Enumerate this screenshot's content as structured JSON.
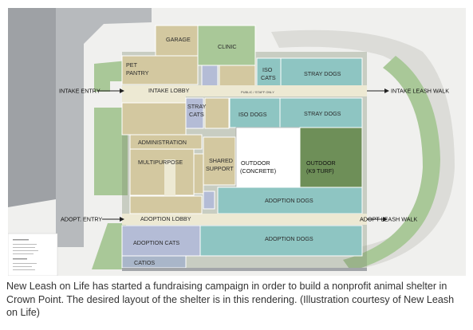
{
  "plan": {
    "rooms": {
      "garage": "GARAGE",
      "clinic": "CLINIC",
      "pet_pantry": "PET PANTRY",
      "intake_lobby": "INTAKE LOBBY",
      "iso_cats": "ISO CATS",
      "stray_dogs_upper": "STRAY DOGS",
      "stray_cats": "STRAY CATS",
      "iso_dogs": "ISO DOGS",
      "stray_dogs_lower": "STRAY DOGS",
      "administration": "ADMINISTRATION",
      "multipurpose": "MULTIPURPOSE",
      "shared_support": "SHARED SUPPORT",
      "outdoor_concrete": "OUTDOOR (CONCRETE)",
      "outdoor_k9": "OUTDOOR (K9 TURF)",
      "adoption_dogs_upper": "ADOPTION DOGS",
      "adoption_lobby": "ADOPTION LOBBY",
      "adoption_dogs_lower": "ADOPTION DOGS",
      "adoption_cats": "ADOPTION CATS",
      "catios": "CATIOS"
    },
    "entries": {
      "intake_entry": "INTAKE ENTRY",
      "intake_leash_walk": "INTAKE LEASH WALK",
      "adopt_entry": "ADOPT. ENTRY",
      "adopt_leash_walk": "ADOPT LEASH WALK"
    },
    "corridor_note": "PUBLIC / STAFF ONLY",
    "colors": {
      "tan": "#d3c8a0",
      "teal": "#8ec5c2",
      "green": "#a9c898",
      "dark_green": "#6e8f58",
      "lavender": "#b4bcd6",
      "blue_gray": "#a9b6c9",
      "gray": "#a2a5a9",
      "corridor": "#ede9d3"
    }
  },
  "caption": "New Leash on Life has started a fundraising campaign in order to build a nonprofit animal shelter in Crown Point. The desired layout of the shelter is in this rendering. (Illustration courtesy of New Leash on Life)"
}
